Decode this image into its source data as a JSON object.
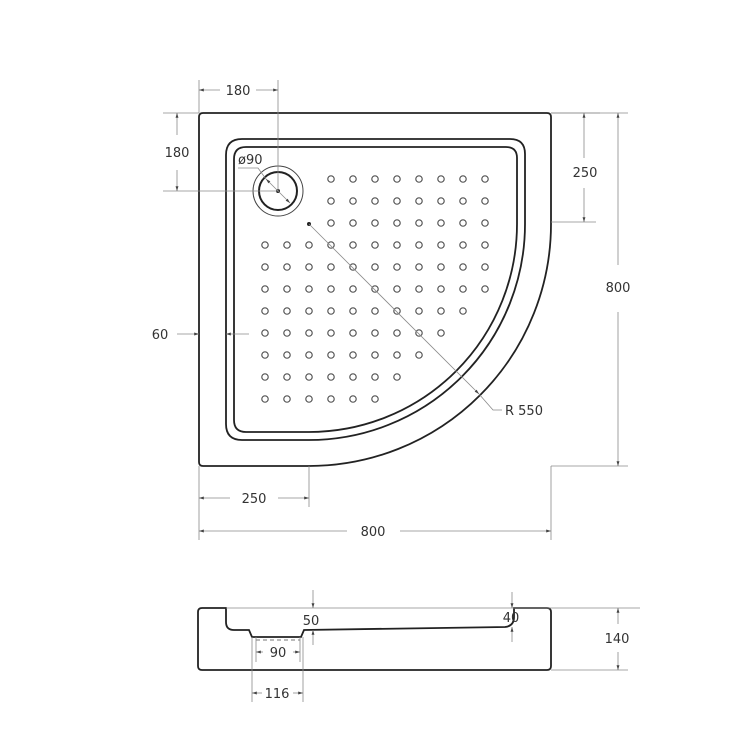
{
  "drawing": {
    "type": "quarter-round shower tray technical drawing",
    "top_view": {
      "labels": {
        "drain_offset_x": "180",
        "drain_offset_y": "180",
        "drain_diameter": "ø90",
        "rim_depth_right": "250",
        "overall_height": "800",
        "rim_width_left": "60",
        "radius": "R 550",
        "rim_depth_bottom": "250",
        "overall_width": "800"
      }
    },
    "side_view": {
      "labels": {
        "drain_depth": "50",
        "edge_depth": "40",
        "total_height": "140",
        "drain_inner_width": "90",
        "drain_outer_width": "116"
      }
    },
    "colors": {
      "outline": "#222222",
      "dimension_line": "#8a8a8a",
      "text": "#333333",
      "background": "#ffffff"
    }
  }
}
